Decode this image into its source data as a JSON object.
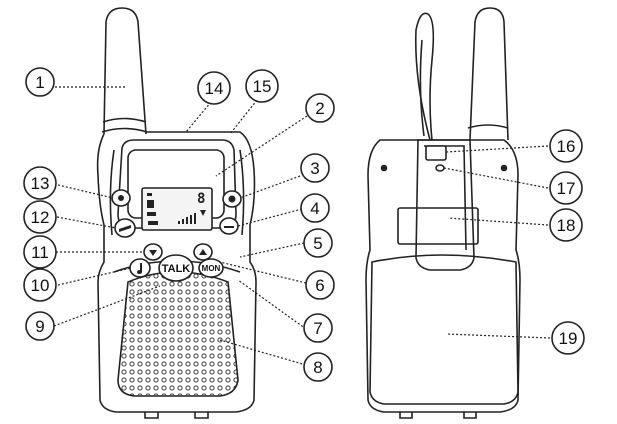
{
  "buttons": {
    "talk": "TALK",
    "mon": "MON"
  },
  "display": {
    "channel": "8"
  },
  "callouts": [
    {
      "id": "1",
      "label": "1"
    },
    {
      "id": "2",
      "label": "2"
    },
    {
      "id": "3",
      "label": "3"
    },
    {
      "id": "4",
      "label": "4"
    },
    {
      "id": "5",
      "label": "5"
    },
    {
      "id": "6",
      "label": "6"
    },
    {
      "id": "7",
      "label": "7"
    },
    {
      "id": "8",
      "label": "8"
    },
    {
      "id": "9",
      "label": "9"
    },
    {
      "id": "10",
      "label": "10"
    },
    {
      "id": "11",
      "label": "11"
    },
    {
      "id": "12",
      "label": "12"
    },
    {
      "id": "13",
      "label": "13"
    },
    {
      "id": "14",
      "label": "14"
    },
    {
      "id": "15",
      "label": "15"
    },
    {
      "id": "16",
      "label": "16"
    },
    {
      "id": "17",
      "label": "17"
    },
    {
      "id": "18",
      "label": "18"
    },
    {
      "id": "19",
      "label": "19"
    }
  ],
  "colors": {
    "line": "#222222",
    "background": "#ffffff",
    "screen": "#f4f4f4"
  }
}
